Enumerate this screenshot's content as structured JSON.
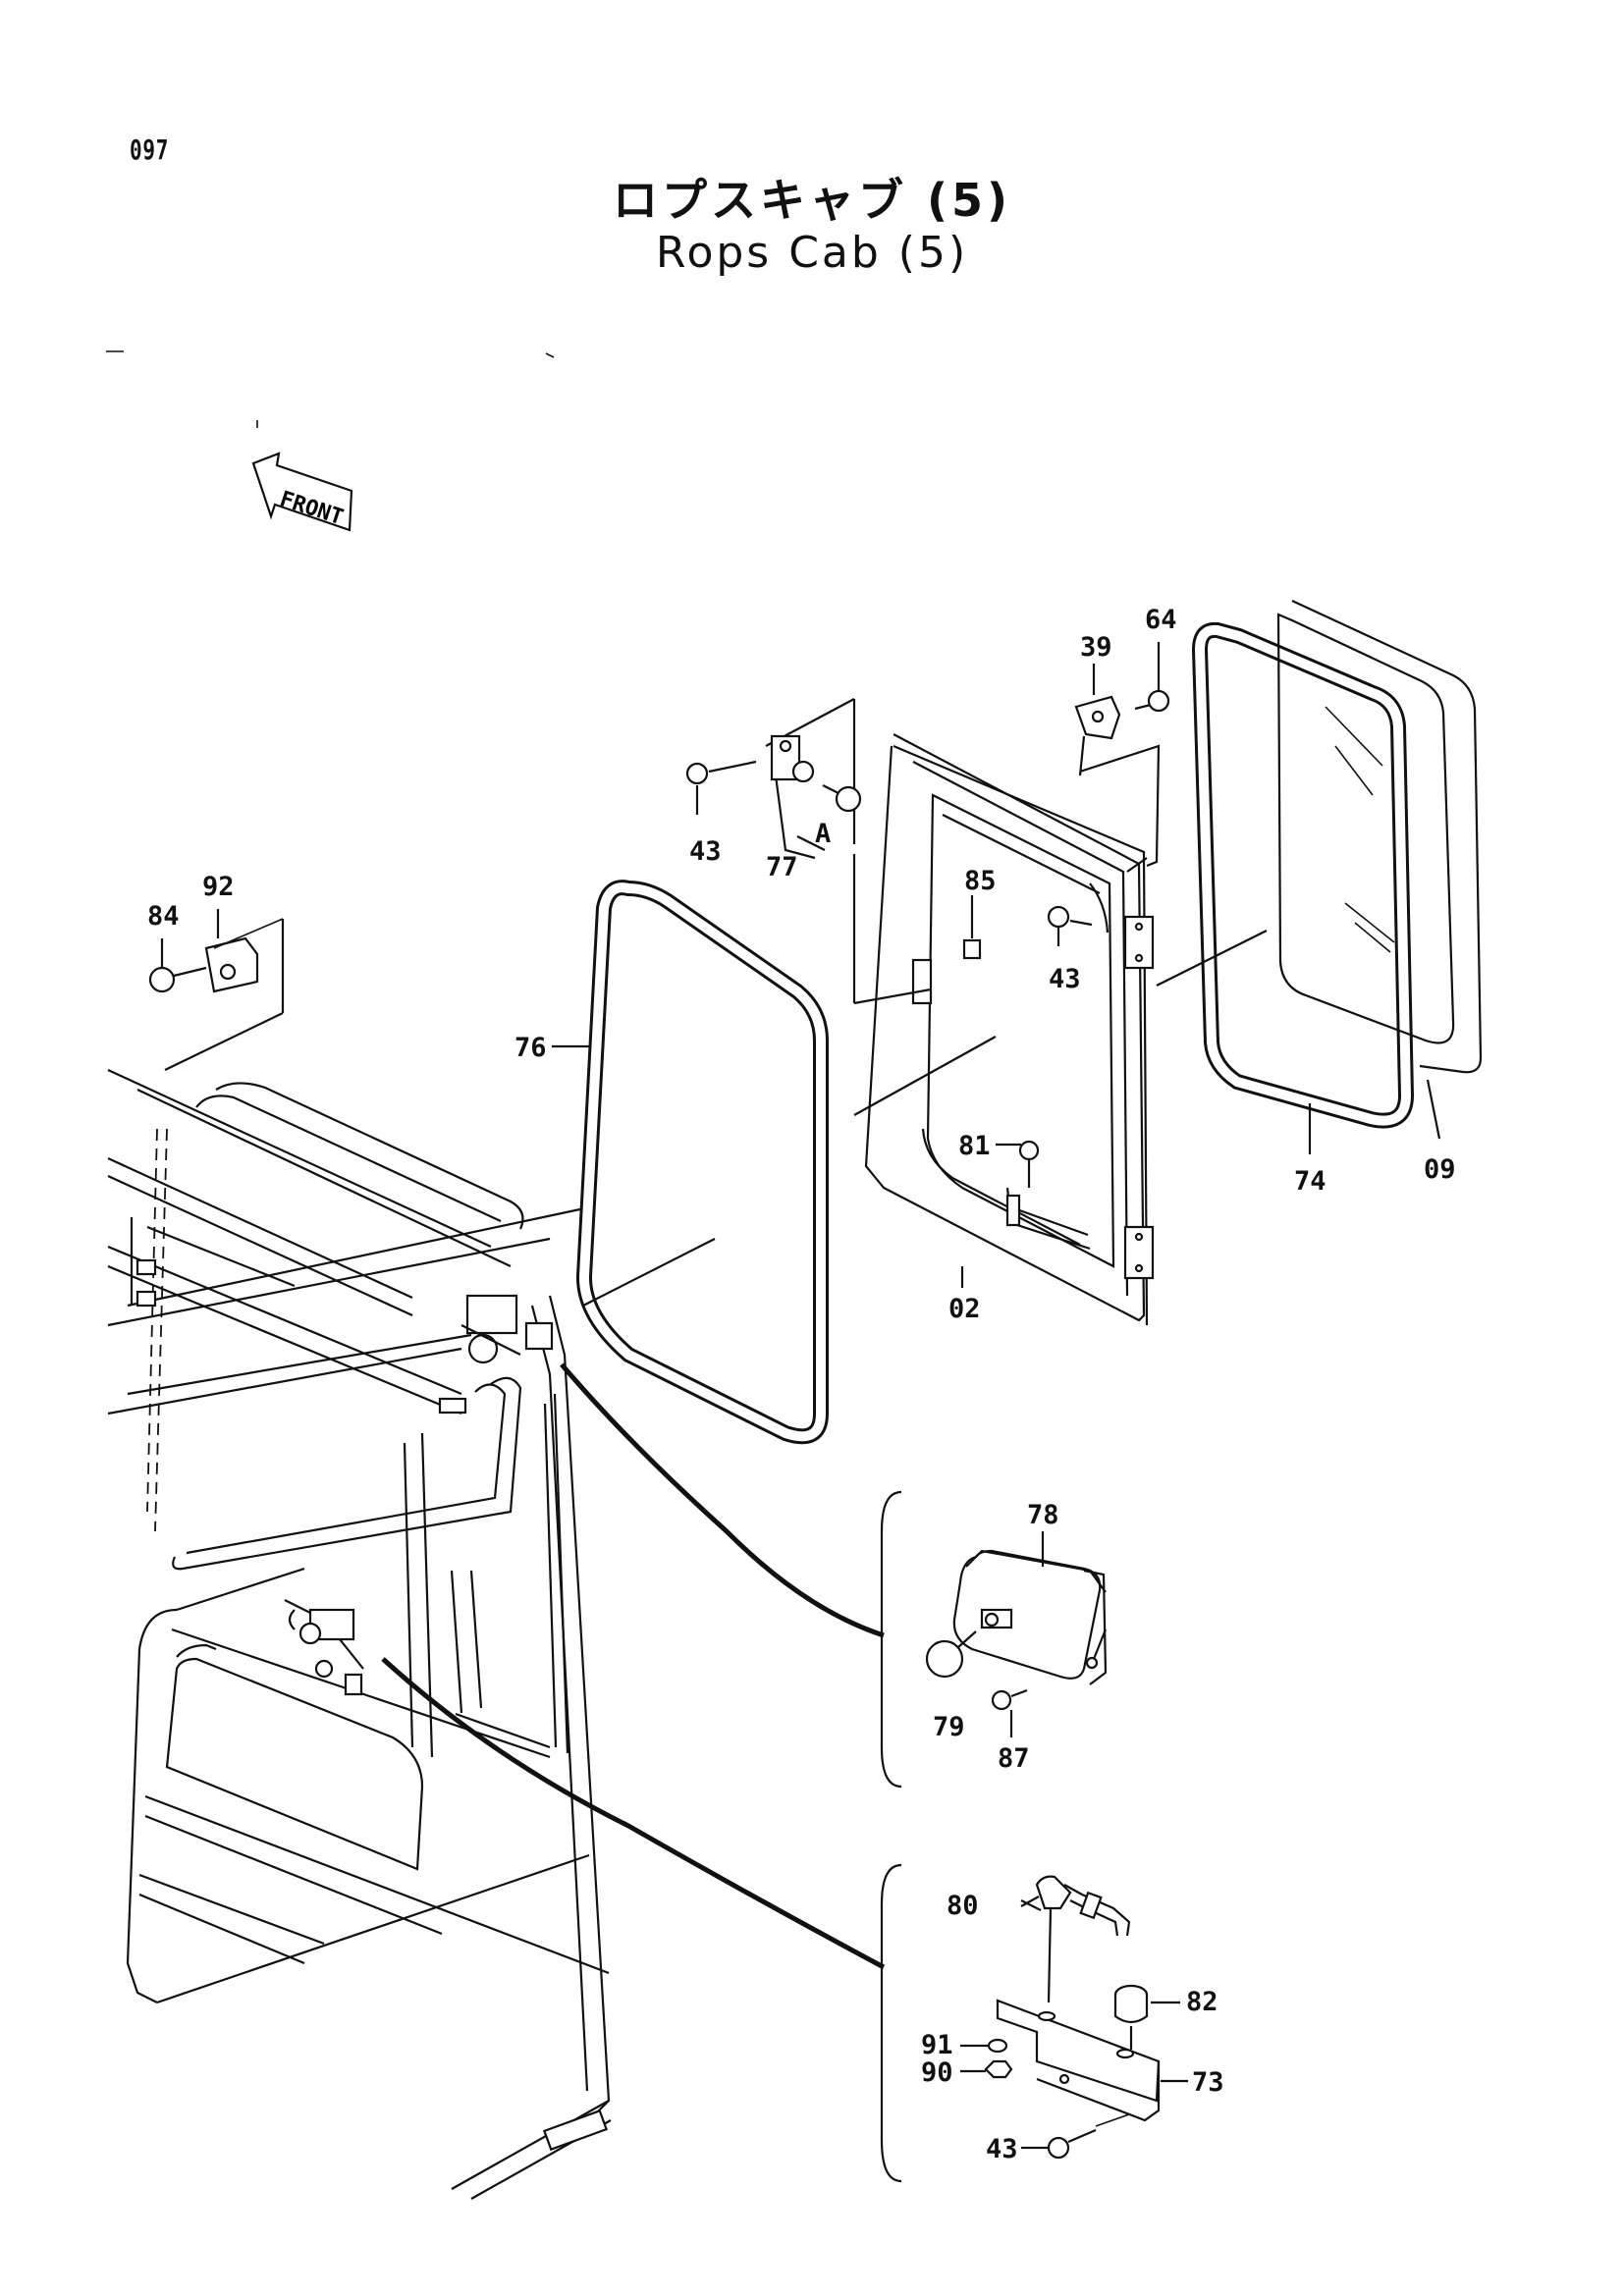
{
  "page": {
    "number": "097"
  },
  "title": {
    "japanese": "ロプスキャブ (5)",
    "english": "Rops Cab (5)"
  },
  "front_marker": {
    "label": "FRONT",
    "icon": "front-arrow-icon"
  },
  "detail_marker": {
    "label": "A"
  },
  "callouts": {
    "p02": "02",
    "p09": "09",
    "p39": "39",
    "p43a": "43",
    "p43b": "43",
    "p43c": "43",
    "p64": "64",
    "p73": "73",
    "p74": "74",
    "p76": "76",
    "p77": "77",
    "p78": "78",
    "p79": "79",
    "p80": "80",
    "p81": "81",
    "p82": "82",
    "p84": "84",
    "p85": "85",
    "p87": "87",
    "p90": "90",
    "p91": "91",
    "p92": "92"
  }
}
